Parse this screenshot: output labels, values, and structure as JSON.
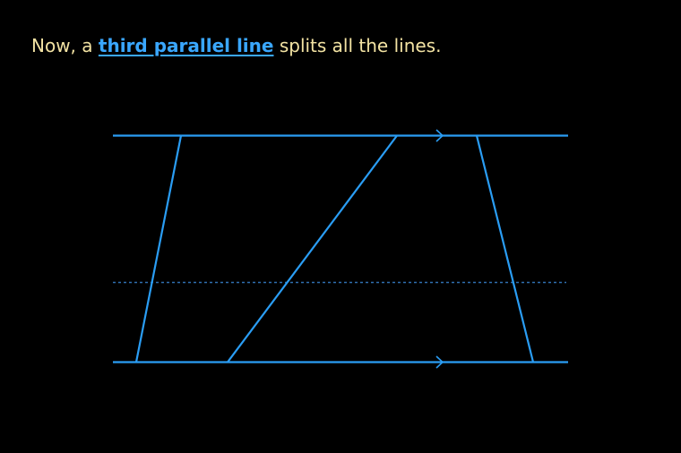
{
  "caption": {
    "prefix": "Now, a ",
    "link_text": "third parallel line",
    "suffix": " splits all the lines."
  },
  "colors": {
    "background": "#000000",
    "caption_text": "#f3e3a3",
    "link": "#3aa7ff",
    "line": "#2a9df4",
    "dashed_line": "#2f6fb0"
  },
  "diagram": {
    "parallel_lines": 3,
    "parallel_markers": "single-arrow",
    "transversals": 3,
    "third_line_style": "dashed"
  }
}
